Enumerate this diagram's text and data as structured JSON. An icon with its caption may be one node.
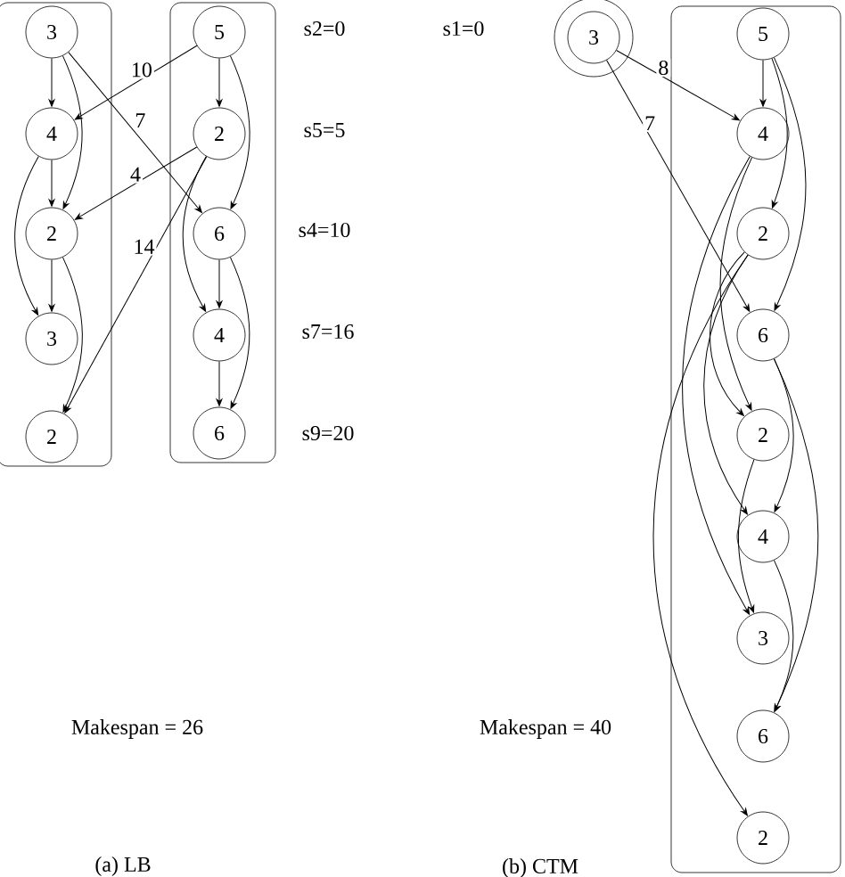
{
  "diagram": {
    "nodes": [
      {
        "text": [],
        "shape": "box"
      },
      {
        "text": [
          "3"
        ],
        "in": 0
      },
      {
        "text": [
          "4"
        ],
        "in": 0
      },
      {
        "text": [
          "2"
        ],
        "in": 0
      },
      {
        "text": [
          "3"
        ],
        "in": 0
      },
      {
        "text": [
          "2"
        ],
        "in": 0
      },
      {
        "text": [],
        "shape": "box"
      },
      {
        "text": [
          "5"
        ],
        "in": 6
      },
      {
        "text": [
          "2"
        ],
        "in": 6
      },
      {
        "text": [
          "6"
        ],
        "in": 6
      },
      {
        "text": [
          "4"
        ],
        "in": 6
      },
      {
        "text": [
          "6"
        ],
        "in": 6
      },
      {
        "text": [
          "3"
        ]
      },
      {
        "text": [],
        "shape": "box"
      },
      {
        "text": [
          "5"
        ],
        "in": 13
      },
      {
        "text": [
          "4"
        ],
        "in": 13
      },
      {
        "text": [
          "2"
        ],
        "in": 13
      },
      {
        "text": [
          "6"
        ],
        "in": 13
      },
      {
        "text": [
          "2"
        ],
        "in": 13
      },
      {
        "text": [
          "4"
        ],
        "in": 13
      },
      {
        "text": [
          "3"
        ],
        "in": 13
      },
      {
        "text": [
          "6"
        ],
        "in": 13
      },
      {
        "text": [
          "2"
        ],
        "in": 13
      }
    ],
    "edges": [
      {
        "from": 1,
        "to": 2,
        "arrow": "to"
      },
      {
        "from": 1,
        "to": 3,
        "arrow": "to"
      },
      {
        "from": 1,
        "to": 9,
        "arrow": "to",
        "label": "7"
      },
      {
        "from": 7,
        "to": 2,
        "arrow": "to",
        "label": "10"
      },
      {
        "from": 7,
        "to": 8,
        "arrow": "to"
      },
      {
        "from": 7,
        "to": 9,
        "arrow": "to"
      },
      {
        "from": 2,
        "to": 3,
        "arrow": "to"
      },
      {
        "from": 2,
        "to": 4,
        "arrow": "to"
      },
      {
        "from": 8,
        "to": 3,
        "arrow": "to",
        "label": "4"
      },
      {
        "from": 8,
        "to": 5,
        "arrow": "to",
        "label": "14"
      },
      {
        "from": 8,
        "to": 10,
        "arrow": "to"
      },
      {
        "from": 3,
        "to": 4,
        "arrow": "to"
      },
      {
        "from": 3,
        "to": 5,
        "arrow": "to"
      },
      {
        "from": 9,
        "to": 10,
        "arrow": "to"
      },
      {
        "from": 9,
        "to": 11,
        "arrow": "to"
      },
      {
        "from": 10,
        "to": 11,
        "arrow": "to"
      },
      {
        "from": 14,
        "to": 15,
        "arrow": "to"
      },
      {
        "from": 14,
        "to": 16,
        "arrow": "to"
      },
      {
        "from": 14,
        "to": 17,
        "arrow": "to"
      },
      {
        "from": 12,
        "to": 15,
        "arrow": "to",
        "label": "8"
      },
      {
        "from": 12,
        "to": 17,
        "arrow": "to",
        "label": "7"
      },
      {
        "from": 15,
        "to": 18,
        "arrow": "to"
      },
      {
        "from": 15,
        "to": 20,
        "arrow": "to"
      },
      {
        "from": 16,
        "to": 18,
        "arrow": "to"
      },
      {
        "from": 16,
        "to": 19,
        "arrow": "to"
      },
      {
        "from": 16,
        "to": 22,
        "arrow": "to"
      },
      {
        "from": 17,
        "to": 19,
        "arrow": "to"
      },
      {
        "from": 17,
        "to": 21,
        "arrow": "to"
      },
      {
        "from": 18,
        "to": 20,
        "arrow": "to"
      },
      {
        "from": 19,
        "to": 21,
        "arrow": "to"
      }
    ],
    "labels": [
      "s1=0",
      "s2=0",
      "s5=5",
      "s4=10",
      "s7=16",
      "s9=20",
      "Makespan = 26",
      "Makespan = 40",
      "(a) LB",
      "(b) CTM"
    ]
  }
}
